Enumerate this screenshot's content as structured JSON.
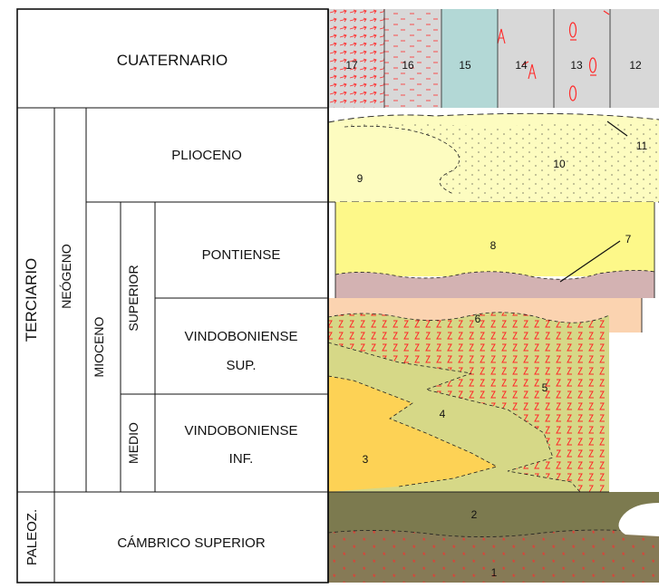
{
  "chronostratigraphy": {
    "cuaternario": "CUATERNARIO",
    "terciario": "TERCIARIO",
    "neogeno": "NEÓGENO",
    "plioceno": "PLIOCENO",
    "mioceno": "MIOCENO",
    "superior": "SUPERIOR",
    "medio": "MEDIO",
    "pontiense": "PONTIENSE",
    "vindo_sup_l1": "VINDOBONIENSE",
    "vindo_sup_l2": "SUP.",
    "vindo_inf_l1": "VINDOBONIENSE",
    "vindo_inf_l2": "INF.",
    "paleozoico": "PALEOZ.",
    "cambrico": "CÁMBRICO SUPERIOR"
  },
  "units": {
    "u1": "1",
    "u2": "2",
    "u3": "3",
    "u4": "4",
    "u5": "5",
    "u6": "6",
    "u7": "7",
    "u8": "8",
    "u9": "9",
    "u10": "10",
    "u11": "11",
    "u12": "12",
    "u13": "13",
    "u14": "14",
    "u15": "15",
    "u16": "16",
    "u17": "17"
  },
  "colors": {
    "cambrian": "#7c7a4f",
    "cambrian_base": "#867a56",
    "unit3": "#fdd255",
    "unit4": "#d6d887",
    "unit5": "#d6d887",
    "unit6": "#fbd3b0",
    "unit7": "#d3b2b2",
    "unit8": "#fdf889",
    "unit9": "#fdfcc0",
    "quat_gray": "#d8d8d8",
    "unit15": "#b3d8d6",
    "symbol_red": "#ff2a2a"
  }
}
